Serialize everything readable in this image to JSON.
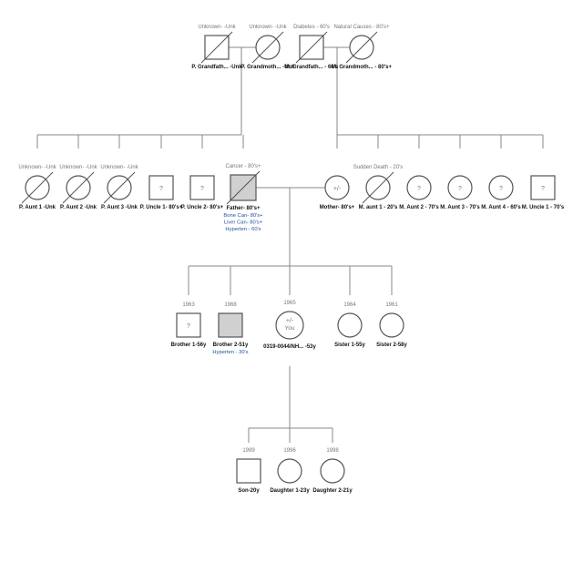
{
  "people": [
    {
      "id": "pgf",
      "sex": "male",
      "deceased": true,
      "affected": false,
      "caption": "Unknown- -Unk",
      "label": "P. Grandfath... -Unk"
    },
    {
      "id": "pgm",
      "sex": "female",
      "deceased": true,
      "affected": false,
      "caption": "Unknown- -Unk",
      "label": "P. Grandmoth... -Unk"
    },
    {
      "id": "mgf",
      "sex": "male",
      "deceased": true,
      "affected": false,
      "caption": "Diabetes - 60's",
      "label": "M. Grandfath... - 60's"
    },
    {
      "id": "mgm",
      "sex": "female",
      "deceased": true,
      "affected": false,
      "caption": "Natural Causes - 80's+",
      "label": "M. Grandmoth... - 80's+"
    },
    {
      "id": "pa1",
      "sex": "female",
      "deceased": true,
      "affected": false,
      "caption": "Unknown- -Unk",
      "label": "P. Aunt 1 -Unk"
    },
    {
      "id": "pa2",
      "sex": "female",
      "deceased": true,
      "affected": false,
      "caption": "Unknown- -Unk",
      "label": "P. Aunt 2 -Unk"
    },
    {
      "id": "pa3",
      "sex": "female",
      "deceased": true,
      "affected": false,
      "caption": "Unknown- -Unk",
      "label": "P. Aunt 3 -Unk"
    },
    {
      "id": "pu1",
      "sex": "male",
      "deceased": false,
      "affected": false,
      "glyph": "?",
      "label": "P. Uncle 1- 80's+"
    },
    {
      "id": "pu2",
      "sex": "male",
      "deceased": false,
      "affected": false,
      "glyph": "?",
      "label": "P. Uncle 2- 80's+"
    },
    {
      "id": "father",
      "sex": "male",
      "deceased": true,
      "affected": true,
      "caption": "Cancer - 80's+",
      "label": "Father- 80's+",
      "conditions": [
        "Bone Can- 80's+",
        "Liver Can- 80's+",
        "Hyperten - 60's"
      ]
    },
    {
      "id": "mother",
      "sex": "female",
      "deceased": false,
      "affected": false,
      "glyph": "+/-",
      "label": "Mother- 80's+"
    },
    {
      "id": "ma1",
      "sex": "female",
      "deceased": true,
      "affected": false,
      "caption": "Sudden Death - 20's",
      "label": "M. aunt 1 - 20's"
    },
    {
      "id": "ma2",
      "sex": "female",
      "deceased": false,
      "affected": false,
      "glyph": "?",
      "label": "M. Aunt 2 - 70's"
    },
    {
      "id": "ma3",
      "sex": "female",
      "deceased": false,
      "affected": false,
      "glyph": "?",
      "label": "M. Aunt 3 - 70's"
    },
    {
      "id": "ma4",
      "sex": "female",
      "deceased": false,
      "affected": false,
      "glyph": "?",
      "label": "M. Aunt 4 - 60's"
    },
    {
      "id": "mu1",
      "sex": "male",
      "deceased": false,
      "affected": false,
      "glyph": "?",
      "label": "M. Uncle 1 - 70's"
    },
    {
      "id": "bro1",
      "sex": "male",
      "deceased": false,
      "affected": false,
      "glyph": "?",
      "caption": "1963",
      "label": "Brother 1-56y"
    },
    {
      "id": "bro2",
      "sex": "male",
      "deceased": false,
      "affected": true,
      "caption": "1968",
      "label": "Brother 2-51y",
      "conditions": [
        "Hyperten - 30's"
      ]
    },
    {
      "id": "self",
      "sex": "female",
      "deceased": false,
      "affected": false,
      "glyph": "+/-",
      "you": "You",
      "caption": "1965",
      "label": "0319-0044/NH... -53y"
    },
    {
      "id": "sis1",
      "sex": "female",
      "deceased": false,
      "affected": false,
      "caption": "1964",
      "label": "Sister 1-55y"
    },
    {
      "id": "sis2",
      "sex": "female",
      "deceased": false,
      "affected": false,
      "caption": "1961",
      "label": "Sister 2-58y"
    },
    {
      "id": "son",
      "sex": "male",
      "deceased": false,
      "affected": false,
      "caption": "1999",
      "label": "Son-20y"
    },
    {
      "id": "dau1",
      "sex": "female",
      "deceased": false,
      "affected": false,
      "caption": "1996",
      "label": "Daughter 1-23y"
    },
    {
      "id": "dau2",
      "sex": "female",
      "deceased": false,
      "affected": false,
      "caption": "1998",
      "label": "Daughter 2-21y"
    }
  ]
}
